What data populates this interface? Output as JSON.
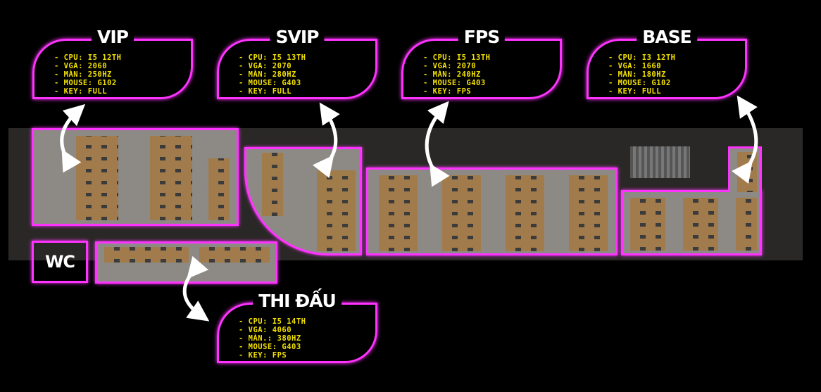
{
  "zones": [
    {
      "id": "vip",
      "title": "VIP",
      "specs": [
        "- CPU: I5 12TH",
        "- VGA: 2060",
        "- MÀN: 250HZ",
        "- MOUSE: G102",
        "- KEY: FULL"
      ]
    },
    {
      "id": "svip",
      "title": "SVIP",
      "specs": [
        "- CPU: I5 13TH",
        "- VGA: 2070",
        "- MÀN: 280HZ",
        "- MOUSE: G403",
        "- KEY: FULL"
      ]
    },
    {
      "id": "fps",
      "title": "FPS",
      "specs": [
        "- CPU: I5 13TH",
        "- VGA: 2070",
        "- MÀN: 240HZ",
        "- MOUSE: G403",
        "- KEY: FPS"
      ]
    },
    {
      "id": "base",
      "title": "BASE",
      "specs": [
        "- CPU: I3 12TH",
        "- VGA: 1660",
        "- MÀN: 180HZ",
        "- MOUSE: G102",
        "- KEY: FULL"
      ]
    },
    {
      "id": "thi-dau",
      "title": "THI ĐẤU",
      "specs": [
        "- CPU: I5 14TH",
        "- VGA: 4060",
        "- MÀN.: 380HZ",
        "- MOUSE: G403",
        "- KEY: FPS"
      ]
    }
  ],
  "wc_label": "WC",
  "colors": {
    "neon": "#ff33ff",
    "spec_text": "#f2e000",
    "title_text": "#ffffff",
    "background": "#000000"
  }
}
